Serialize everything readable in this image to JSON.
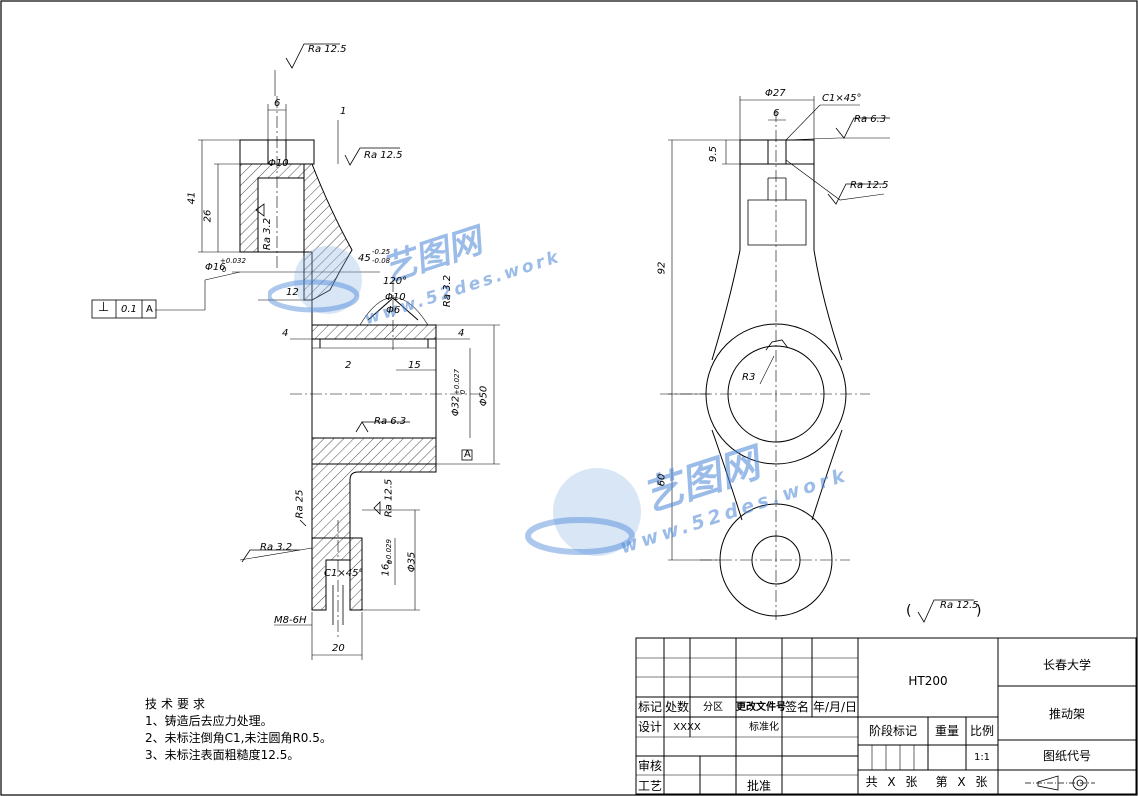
{
  "watermark": {
    "brand": "艺图网",
    "url": "www.52des.work"
  },
  "notes": {
    "heading": "技术要求",
    "items": [
      "1、铸造后去应力处理。",
      "2、未标注倒角C1,未注圆角R0.5。",
      "3、未标注表面粗糙度12.5。"
    ]
  },
  "front_view": {
    "roughness": [
      "Ra 12.5",
      "Ra 12.5",
      "Ra 6.3",
      "Ra 25",
      "Ra 3.2"
    ],
    "roughness_rot": [
      "Ra 12.5",
      "Ra 3.2",
      "Ra 3.2"
    ],
    "dims": {
      "d6": "6",
      "d1": "1",
      "d10": "Φ10",
      "d41": "41",
      "d26": "26",
      "bore16": "Φ16",
      "bore16_tol_up": "+0.032",
      "bore16_tol_lo": "0",
      "d12": "12",
      "ang45": "45",
      "ang45_tol_up": "-0.25",
      "ang45_tol_lo": "-0.08",
      "ang120": "120°",
      "d10b": "Φ10",
      "d6b": "Φ6",
      "d4a": "4",
      "d4b": "4",
      "d2": "2",
      "d15": "15",
      "d32": "Φ32",
      "d32_tol": "+0.027",
      "d32_tol2": "0",
      "d50": "Φ50",
      "d16b": "16",
      "d16b_tol": "+0.029",
      "d16b_tol2": "0",
      "d35": "Φ35",
      "c145": "C1×45°",
      "m8": "M8-6H",
      "d20": "20"
    },
    "datum_frame": {
      "symbol": "⊥",
      "value": "0.1",
      "datum": "A"
    },
    "datum_label": "A"
  },
  "side_view": {
    "dims": {
      "d27": "Φ27",
      "c145": "C1×45°",
      "d6": "6",
      "d95": "9.5",
      "d92": "92",
      "d60": "60",
      "r3": "R3"
    },
    "roughness": [
      "Ra 6.3",
      "Ra 12.5"
    ]
  },
  "default_roughness": "Ra 12.5",
  "title_block": {
    "material": "HT200",
    "school": "长春大学",
    "part_name": "推动架",
    "drawing_code": "图纸代号",
    "rev_headers": [
      "标记",
      "处数",
      "分区",
      "更改文件号",
      "签名",
      "年/月/日"
    ],
    "design_label": "设计",
    "design_value": "XXXX",
    "standard_label": "标准化",
    "stage_mark": "阶段标记",
    "weight": "重量",
    "scale_label": "比例",
    "scale_value": "1:1",
    "review": "审核",
    "process": "工艺",
    "approve": "批准",
    "sheets_total": "共 X 张",
    "sheet_no": "第 X 张"
  }
}
